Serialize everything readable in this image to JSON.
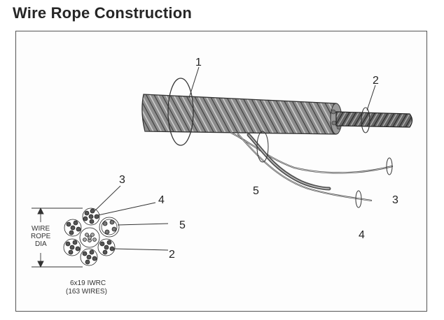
{
  "title": "Wire Rope Construction",
  "callouts": {
    "top_strand": "1",
    "top_core": "2",
    "side_wire": "3",
    "lower_4": "4",
    "lower_5": "5",
    "cs_3": "3",
    "cs_4": "4",
    "cs_5": "5",
    "cs_2": "2"
  },
  "dimension": {
    "line1": "WIRE",
    "line2": "ROPE",
    "line3": "DIA"
  },
  "caption": {
    "line1": "6x19 IWRC",
    "line2": "(163 WIRES)"
  }
}
